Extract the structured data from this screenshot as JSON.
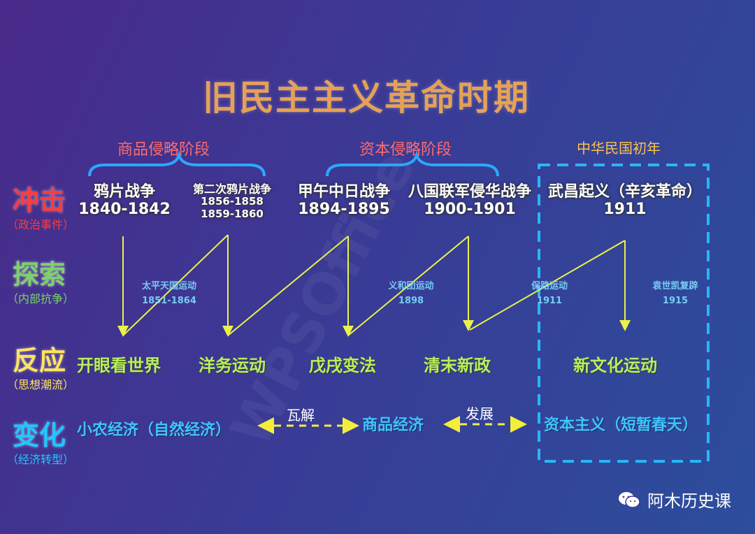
{
  "title": "旧民主主义革命时期",
  "stages": {
    "commodity": "商品侵略阶段",
    "capital": "资本侵略阶段",
    "roc": "中华民国初年"
  },
  "rows": {
    "impact": {
      "main": "冲击",
      "sub": "（政治事件）"
    },
    "explore": {
      "main": "探索",
      "sub": "（内部抗争）"
    },
    "reaction": {
      "main": "反应",
      "sub": "（思想潮流）"
    },
    "change": {
      "main": "变化",
      "sub": "（经济转型）"
    }
  },
  "events": [
    {
      "name": "鸦片战争",
      "year": "1840-1842"
    },
    {
      "name": "第二次鸦片战争",
      "year": "1856-1858",
      "year2": "1859-1860"
    },
    {
      "name": "甲午中日战争",
      "year": "1894-1895"
    },
    {
      "name": "八国联军侵华战争",
      "year": "1900-1901"
    },
    {
      "name": "武昌起义（辛亥革命）",
      "year": "1911"
    }
  ],
  "explorations": [
    {
      "name": "太平天国运动",
      "year": "1851-1864"
    },
    {
      "name": "义和团运动",
      "year": "1898"
    },
    {
      "name": "保路运动",
      "year": "1911"
    },
    {
      "name": "袁世凯复辟",
      "year": "1915"
    }
  ],
  "reactions": [
    "开眼看世界",
    "洋务运动",
    "戊戌变法",
    "清末新政",
    "新文化运动"
  ],
  "changes": {
    "c1": "小农经济（自然经济）",
    "arrow1": "瓦解",
    "c2": "商品经济",
    "arrow2": "发展",
    "c3": "资本主义（短暂春天）"
  },
  "watermark": "WPSOffice",
  "footer": "阿木历史课",
  "colors": {
    "title": "#e6a155",
    "stage": "#ff6b6b",
    "roc_stage": "#ffc24a",
    "bracket": "#2aa8ff",
    "zigzag": "#eaf24a",
    "dashed_box": "#29b6f6",
    "change_arrow": "#f3ee3c"
  }
}
